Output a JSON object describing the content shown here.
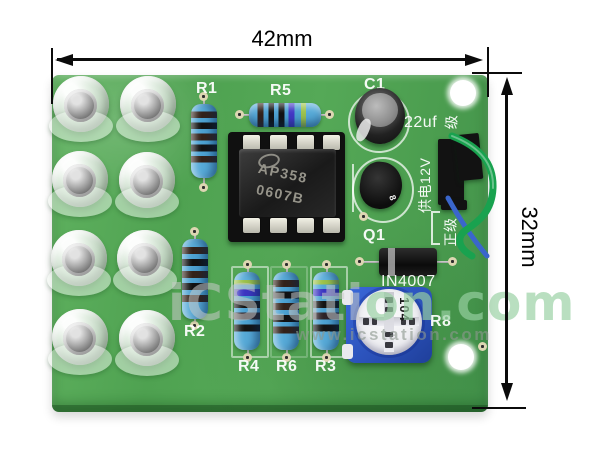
{
  "annotations": {
    "width": "42mm",
    "height": "32mm"
  },
  "silkscreen": {
    "r1": "R1",
    "r2": "R2",
    "r3": "R3",
    "r4": "R4",
    "r5": "R5",
    "r6": "R6",
    "r8": "R8",
    "q1": "Q1",
    "c1": "C1",
    "cap_value": "22uf",
    "diode": "IN4007",
    "power_cn": "供电12V",
    "positive_cn": "正级",
    "wire_cn": "级"
  },
  "ic": {
    "line1": "AP358",
    "line2": "0607B"
  },
  "trimmer": {
    "value": "104"
  },
  "transistor_mark": "8",
  "watermark": {
    "part1": "iCStati",
    "part2": "on",
    "part3": ".com",
    "small": "www.icstation.com"
  },
  "colors": {
    "board_green": "#4fa251",
    "resistor_blue": "#4da2d2",
    "trimmer_blue": "#2a50b8",
    "wire_green": "#19a24f",
    "wire_blue": "#3a66cc",
    "dimension": "#0b0b0b"
  }
}
